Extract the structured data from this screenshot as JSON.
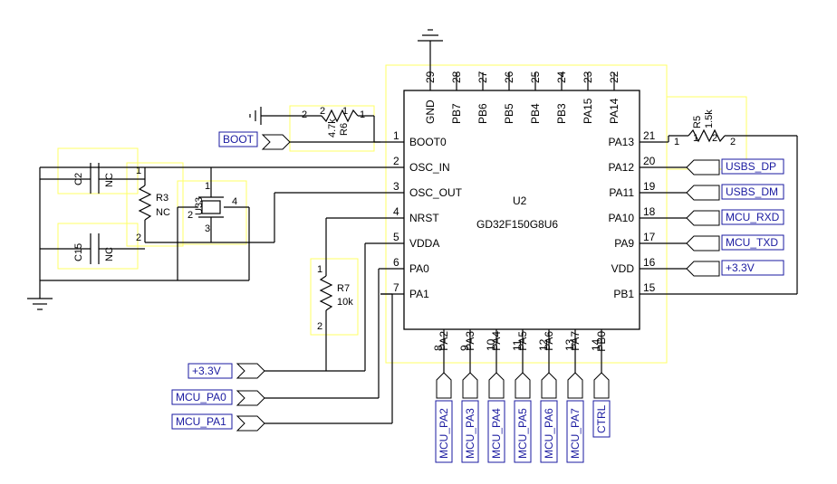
{
  "chip": {
    "ref": "U2",
    "part": "GD32F150G8U6",
    "top_pins": [
      {
        "num": "29",
        "name": "GND"
      },
      {
        "num": "28",
        "name": "PB7"
      },
      {
        "num": "27",
        "name": "PB6"
      },
      {
        "num": "26",
        "name": "PB5"
      },
      {
        "num": "25",
        "name": "PB4"
      },
      {
        "num": "24",
        "name": "PB3"
      },
      {
        "num": "23",
        "name": "PA15"
      },
      {
        "num": "22",
        "name": "PA14"
      }
    ],
    "left_pins": [
      {
        "num": "1",
        "name": "BOOT0"
      },
      {
        "num": "2",
        "name": "OSC_IN"
      },
      {
        "num": "3",
        "name": "OSC_OUT"
      },
      {
        "num": "4",
        "name": "NRST"
      },
      {
        "num": "5",
        "name": "VDDA"
      },
      {
        "num": "6",
        "name": "PA0"
      },
      {
        "num": "7",
        "name": "PA1"
      }
    ],
    "right_pins": [
      {
        "num": "21",
        "name": "PA13"
      },
      {
        "num": "20",
        "name": "PA12"
      },
      {
        "num": "19",
        "name": "PA11"
      },
      {
        "num": "18",
        "name": "PA10"
      },
      {
        "num": "17",
        "name": "PA9"
      },
      {
        "num": "16",
        "name": "VDD"
      },
      {
        "num": "15",
        "name": "PB1"
      }
    ],
    "bottom_pins": [
      {
        "num": "8",
        "name": "PA2"
      },
      {
        "num": "9",
        "name": "PA3"
      },
      {
        "num": "10",
        "name": "PA4"
      },
      {
        "num": "11",
        "name": "PA5"
      },
      {
        "num": "12",
        "name": "PA6"
      },
      {
        "num": "13",
        "name": "PA7"
      },
      {
        "num": "14",
        "name": "PB0"
      }
    ]
  },
  "right_nets": [
    "USBS_DP",
    "USBS_DM",
    "MCU_RXD",
    "MCU_TXD",
    "+3.3V"
  ],
  "left_nets": {
    "boot": "BOOT",
    "vcc": "+3.3V",
    "pa0": "MCU_PA0",
    "pa1": "MCU_PA1"
  },
  "bottom_nets": [
    "MCU_PA2",
    "MCU_PA3",
    "MCU_PA4",
    "MCU_PA5",
    "MCU_PA6",
    "MCU_PA7",
    "CTRL"
  ],
  "components": {
    "r6": {
      "ref": "R6",
      "value": "4.7k",
      "pin1": "1",
      "pin2": "2",
      "pin1b": "1",
      "pin2b": "2"
    },
    "r5": {
      "ref": "R5",
      "value": "1.5k",
      "pin1": "1",
      "pin2": "2",
      "pin1b": "1",
      "pin2b": "2"
    },
    "r3": {
      "ref": "R3",
      "value": "NC",
      "pin1": "1",
      "pin2": "2"
    },
    "r7": {
      "ref": "R7",
      "value": "10k",
      "pin1": "1",
      "pin2": "2"
    },
    "c2": {
      "ref": "C2",
      "value": "NC"
    },
    "c15": {
      "ref": "C15",
      "value": "NC"
    },
    "u33": {
      "ref": "U33",
      "pin1": "1",
      "pin2": "2",
      "pin3": "3",
      "pin4": "4"
    }
  }
}
